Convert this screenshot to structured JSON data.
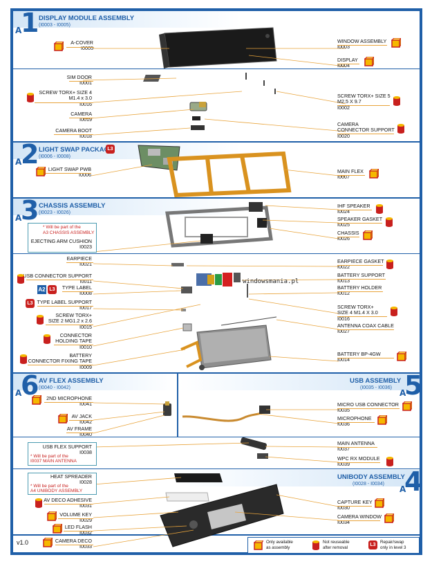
{
  "sections": {
    "display": {
      "num": "1",
      "title": "DISPLAY MODULE ASSEMBLY",
      "range": "(I0003 - I0005)"
    },
    "light": {
      "num": "2",
      "title": "LIGHT SWAP PACKAGE",
      "range": "(I0006 - I0008)",
      "badge": "L3"
    },
    "chassis": {
      "num": "3",
      "title": "CHASSIS ASSEMBLY",
      "range": "(I0023 - I0026)"
    },
    "avflex": {
      "num": "6",
      "title": "AV FLEX ASSEMBLY",
      "range": "(I0040 - I0042)"
    },
    "usb": {
      "num": "5",
      "title": "USB ASSEMBLY",
      "range": "(I0035 - I0036)"
    },
    "unibody": {
      "num": "4",
      "title": "UNIBODY ASSEMBLY",
      "range": "(I0028 - I0034)"
    }
  },
  "section_prefix": "A",
  "parts": {
    "acover": {
      "name": "A-COVER",
      "code": "I0005"
    },
    "window": {
      "name": "WINDOW ASSEMBLY",
      "code": "I0003"
    },
    "display": {
      "name": "DISPLAY",
      "code": "I0004"
    },
    "simdoor": {
      "name": "SIM DOOR",
      "code": "I0001"
    },
    "torx4": {
      "name": "SCREW TORX+ SIZE 4",
      "name2": "M1.4 x 3.0",
      "code": "I0016"
    },
    "torx5": {
      "name": "SCREW TORX+ SIZE 5",
      "name2": "M2.5 X 9.7",
      "code": "I0002"
    },
    "camera": {
      "name": "CAMERA",
      "code": "I0019"
    },
    "camconn": {
      "name": "CAMERA",
      "name2": "CONNECTOR SUPPORT",
      "code": "I0020"
    },
    "camboot": {
      "name": "CAMERA BOOT",
      "code": "I0018"
    },
    "lightpwb": {
      "name": "LIGHT SWAP PWB",
      "code": "I0006"
    },
    "mainflex": {
      "name": "MAIN FLEX",
      "code": "I0007"
    },
    "ihf": {
      "name": "IHF SPEAKER",
      "code": "I0024"
    },
    "spkgasket": {
      "name": "SPEAKER GASKET",
      "code": "I0025"
    },
    "chassis": {
      "name": "CHASSIS",
      "code": "I0026"
    },
    "ejecting": {
      "note1": "* Will be part of the",
      "note2": "A3 CHASSIS ASSEMBLY",
      "name": "EJECTING ARM CUSHION",
      "code": "I0023"
    },
    "earpiece": {
      "name": "EARPIECE",
      "code": "I0021"
    },
    "eargasket": {
      "name": "EARPIECE GASKET",
      "code": "I0022"
    },
    "usbconn": {
      "name": "USB CONNECTOR SUPPORT",
      "code": "I0011"
    },
    "battsupport": {
      "name": "BATTERY SUPPORT",
      "code": "I0013"
    },
    "typelabel": {
      "name": "TYPE LABEL",
      "code": "I0008",
      "badge_a2": "A2",
      "badge_l3": "L3"
    },
    "battholder": {
      "name": "BATTERY HOLDER",
      "code": "I0012"
    },
    "typelabelsup": {
      "name": "TYPE LABEL SUPPORT",
      "code": "I0017",
      "badge": "L3"
    },
    "torx4b": {
      "name": "SCREW TORX+",
      "name2": "SIZE 4 M1.4 X 3.0",
      "code": "I0016"
    },
    "torx2": {
      "name": "SCREW TORX+",
      "name2": "SIZE 2 MG1.2 x 2.6",
      "code": "I0015"
    },
    "coax": {
      "name": "ANTENNA COAX CABLE",
      "code": "I0027"
    },
    "conntape": {
      "name": "CONNECTOR",
      "name2": "HOLDING TAPE",
      "code": "I0010"
    },
    "battfix": {
      "name": "BATTERY",
      "name2": "CONNECTOR FIXING TAPE",
      "code": "I0009"
    },
    "battery": {
      "name": "BATTERY BP-4GW",
      "code": "I0014"
    },
    "mic2": {
      "name": "2ND MICROPHONE",
      "code": "I0041"
    },
    "avjack": {
      "name": "AV JACK",
      "code": "I0042"
    },
    "avframe": {
      "name": "AV FRAME",
      "code": "I0040"
    },
    "microusb": {
      "name": "MICRO USB CONNECTOR",
      "code": "I0035"
    },
    "microphone": {
      "name": "MICROPHONE",
      "code": "I0036"
    },
    "usbflex": {
      "name": "USB FLEX SUPPORT",
      "code": "I0038",
      "note1": "* Will be part of the",
      "note2": "I0037 MAIN ANTENNA"
    },
    "mainant": {
      "name": "MAIN ANTENNA",
      "code": "I0037"
    },
    "wpc": {
      "name": "WPC RX MODULE",
      "code": "I0039"
    },
    "heatspreader": {
      "name": "HEAT SPREADER",
      "code": "I0028",
      "note1": "* Will be part of the",
      "note2": "A4 UNIBODY ASSEMBLY"
    },
    "avdeco": {
      "name": "AV DECO ADHESIVE",
      "code": "I0031"
    },
    "capture": {
      "name": "CAPTURE KEY",
      "code": "I0030"
    },
    "volume": {
      "name": "VOLUME KEY",
      "code": "I0029"
    },
    "camwindow": {
      "name": "CAMERA WINDOW",
      "code": "I0034"
    },
    "ledflash": {
      "name": "LED FLASH",
      "code": "I0032"
    },
    "camdeco": {
      "name": "CAMERA DECO",
      "code": "I0033"
    }
  },
  "watermark": "windowsmania.pl",
  "version": "v1.0",
  "legend": {
    "assembly": {
      "line1": "Only available",
      "line2": "as assembly"
    },
    "nonreuse": {
      "line1": "Not reuseable",
      "line2": "after removal"
    },
    "repair": {
      "line1": "Repair/swap",
      "line2": "only in level 3",
      "badge": "L3"
    }
  },
  "colors": {
    "frame": "#1f5fa8",
    "leader": "#e8a33a",
    "cube": "#f5b800",
    "cube_edge": "#c8201e",
    "l3": "#c8201e"
  }
}
